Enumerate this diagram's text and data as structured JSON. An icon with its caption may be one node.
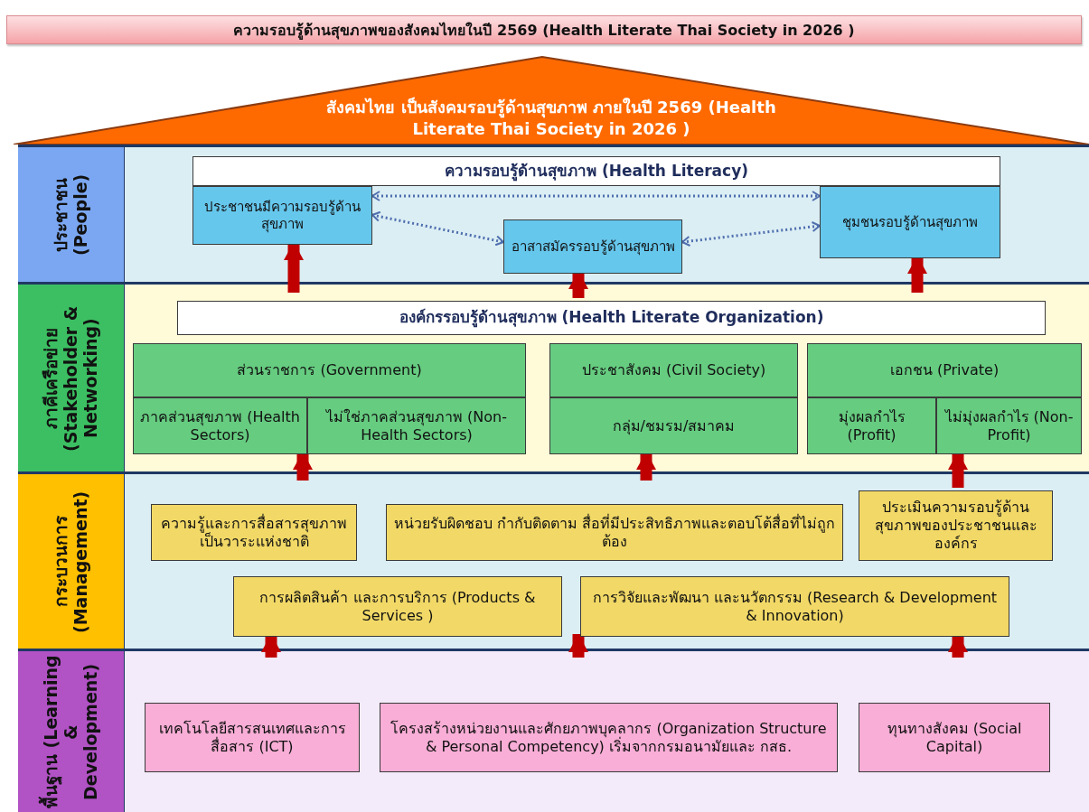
{
  "diagram": {
    "title": "ความรอบรู้ด้านสุขภาพของสังคมไทยในปี 2569 (Health Literate Thai Society in 2026 )",
    "nodes": [
      {
        "text": [
          "สังคมไทย เป็นสังคมรอบรู้ด้านสุขภาพ ภายในปี 2569 (Health Literate Thai Society in 2026 )"
        ]
      },
      {
        "text": [
          "ประชาชน (People)"
        ]
      },
      {
        "text": [
          "ความรอบรู้ด้านสุขภาพ (Health Literacy)"
        ],
        "in": 1
      },
      {
        "text": [
          "ประชาชนมีความรอบรู้ด้านสุขภาพ"
        ],
        "in": 1
      },
      {
        "text": [
          "อาสาสมัครรอบรู้ด้านสุขภาพ"
        ],
        "in": 1
      },
      {
        "text": [
          "ชุมชนรอบรู้ด้านสุขภาพ"
        ],
        "in": 1
      },
      {
        "text": [
          "ภาคีเครือข่าย (Stakeholder & Networking)"
        ]
      },
      {
        "text": [
          "องค์กรรอบรู้ด้านสุขภาพ (Health Literate Organization)"
        ],
        "in": 6
      },
      {
        "text": [
          "ส่วนราชการ (Government)"
        ],
        "in": 6
      },
      {
        "text": [
          "ภาคส่วนสุขภาพ (Health Sectors)"
        ],
        "in": 6
      },
      {
        "text": [
          "ไม่ใช่ภาคส่วนสุขภาพ (Non-Health Sectors)"
        ],
        "in": 6
      },
      {
        "text": [
          "ประชาสังคม (Civil Society)"
        ],
        "in": 6
      },
      {
        "text": [
          "กลุ่ม/ชมรม/สมาคม"
        ],
        "in": 6
      },
      {
        "text": [
          "เอกชน (Private)"
        ],
        "in": 6
      },
      {
        "text": [
          "มุ่งผลกำไร (Profit)"
        ],
        "in": 6
      },
      {
        "text": [
          "ไม่มุ่งผลกำไร (Non-Profit)"
        ],
        "in": 6
      },
      {
        "text": [
          "กระบวนการ (Management)"
        ]
      },
      {
        "text": [
          "ความรู้และการสื่อสารสุขภาพเป็นวาระแห่งชาติ"
        ],
        "in": 16
      },
      {
        "text": [
          "หน่วยรับผิดชอบ กำกับติดตาม สื่อที่มีประสิทธิภาพและตอบโต้สื่อที่ไม่ถูกต้อง"
        ],
        "in": 16
      },
      {
        "text": [
          "ประเมินความรอบรู้ด้านสุขภาพของประชาชนและองค์กร"
        ],
        "in": 16
      },
      {
        "text": [
          "การผลิตสินค้า และการบริการ (Products & Services )"
        ],
        "in": 16
      },
      {
        "text": [
          "การวิจัยและพัฒนา และนวัตกรรม (Research & Development & Innovation)"
        ],
        "in": 16
      },
      {
        "text": [
          "พื้นฐาน (Learning & Development)"
        ]
      },
      {
        "text": [
          "เทคโนโลยีสารสนเทศและการสื่อสาร (ICT)"
        ],
        "in": 22
      },
      {
        "text": [
          "โครงสร้างหน่วยงานและศักยภาพบุคลากร (Organization Structure & Personal Competency) เริ่มจากกรมอนามัยและ กสธ."
        ],
        "in": 22
      },
      {
        "text": [
          "ทุนทางสังคม (Social Capital)"
        ],
        "in": 22
      }
    ],
    "edges": [
      {
        "from": 3,
        "to": 5,
        "arrow": "both",
        "style": "dashed",
        "color": "#4f6fae"
      },
      {
        "from": 3,
        "to": 4,
        "arrow": "both",
        "style": "dashed",
        "color": "#4f6fae"
      },
      {
        "from": 4,
        "to": 5,
        "arrow": "both",
        "style": "dashed",
        "color": "#4f6fae"
      },
      {
        "from": 6,
        "to": 3,
        "arrow": "to"
      },
      {
        "from": 7,
        "to": 4,
        "arrow": "to"
      },
      {
        "from": 6,
        "to": 5,
        "arrow": "to"
      },
      {
        "from": 16,
        "to": 9,
        "arrow": "to"
      },
      {
        "from": 16,
        "to": 12,
        "arrow": "to"
      },
      {
        "from": 19,
        "to": 15,
        "arrow": "to"
      },
      {
        "from": 22,
        "to": 20,
        "arrow": "to"
      },
      {
        "from": 22,
        "to": 20,
        "arrow": "to"
      },
      {
        "from": 22,
        "to": 21,
        "arrow": "to"
      }
    ]
  }
}
